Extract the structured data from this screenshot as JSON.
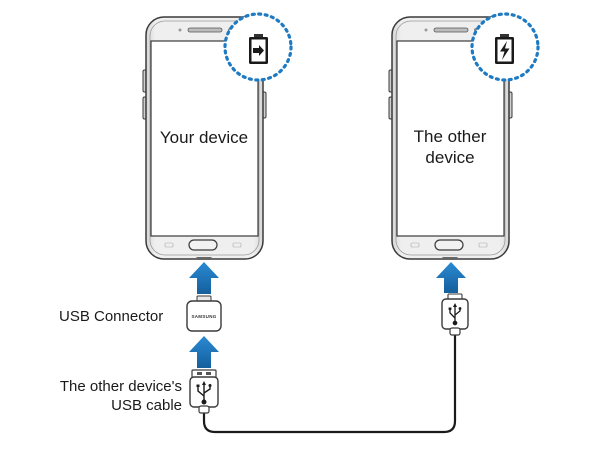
{
  "devices": {
    "left": {
      "screen_label": "Your device",
      "battery_icon": "battery-transfer-icon"
    },
    "right": {
      "screen_label_line1": "The other",
      "screen_label_line2": "device",
      "battery_icon": "battery-charging-icon"
    }
  },
  "labels": {
    "usb_connector": "USB Connector",
    "cable_line1": "The other device's",
    "cable_line2": "USB cable",
    "connector_brand": "SAMSUNG"
  },
  "colors": {
    "accent": "#1e7ac2",
    "outline": "#3a3a3a",
    "phone_body": "#e9e9e9",
    "screen": "#ffffff"
  }
}
